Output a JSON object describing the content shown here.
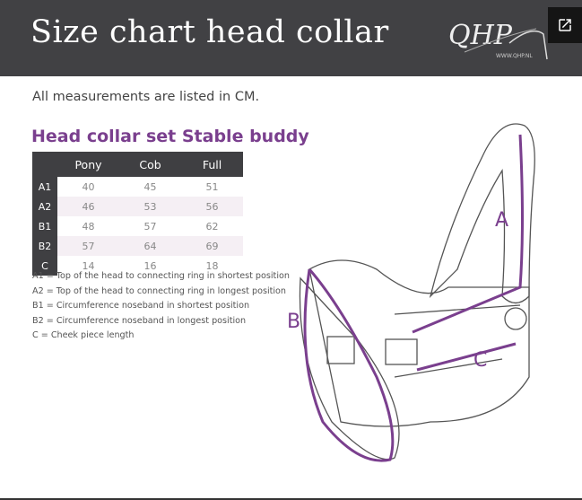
{
  "header": {
    "title": "Size chart head collar",
    "logo": "QHP",
    "logo_url": "WWW.QHP.NL"
  },
  "open_external_icon": "open-in-new-icon",
  "note": "All measurements are listed in CM.",
  "subtitle": "Head collar set Stable buddy",
  "table": {
    "columns": [
      "",
      "Pony",
      "Cob",
      "Full"
    ],
    "rows": [
      {
        "label": "A1",
        "values": [
          "40",
          "45",
          "51"
        ]
      },
      {
        "label": "A2",
        "values": [
          "46",
          "53",
          "56"
        ]
      },
      {
        "label": "B1",
        "values": [
          "48",
          "57",
          "62"
        ]
      },
      {
        "label": "B2",
        "values": [
          "57",
          "64",
          "69"
        ]
      },
      {
        "label": "C",
        "values": [
          "14",
          "16",
          "18"
        ]
      }
    ]
  },
  "legend": [
    "A1  = Top of the head to connecting ring in shortest position",
    "A2 = Top of the head to connecting ring in longest position",
    "B1  = Circumference noseband in shortest position",
    "B2 = Circumference noseband in longest position",
    "C   = Cheek piece length"
  ],
  "diagram": {
    "labels": [
      "A",
      "B",
      "C"
    ],
    "accent": "#7a3f8e"
  }
}
